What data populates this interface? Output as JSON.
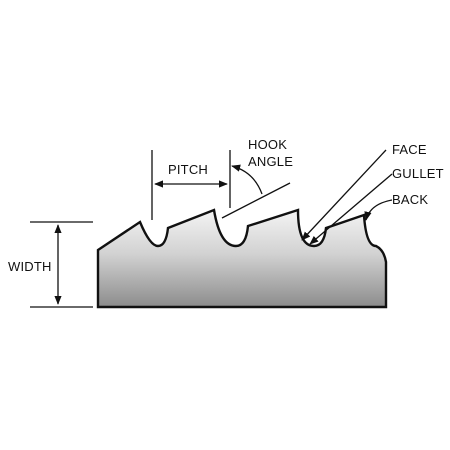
{
  "labels": {
    "pitch": "PITCH",
    "hook_line1": "HOOK",
    "hook_line2": "ANGLE",
    "face": "FACE",
    "gullet": "GULLET",
    "back": "BACK",
    "width": "WIDTH"
  },
  "colors": {
    "background": "#ffffff",
    "outline": "#111111",
    "blade_fill_top": "#f4f4f4",
    "blade_fill_bottom": "#8c8c8c"
  }
}
